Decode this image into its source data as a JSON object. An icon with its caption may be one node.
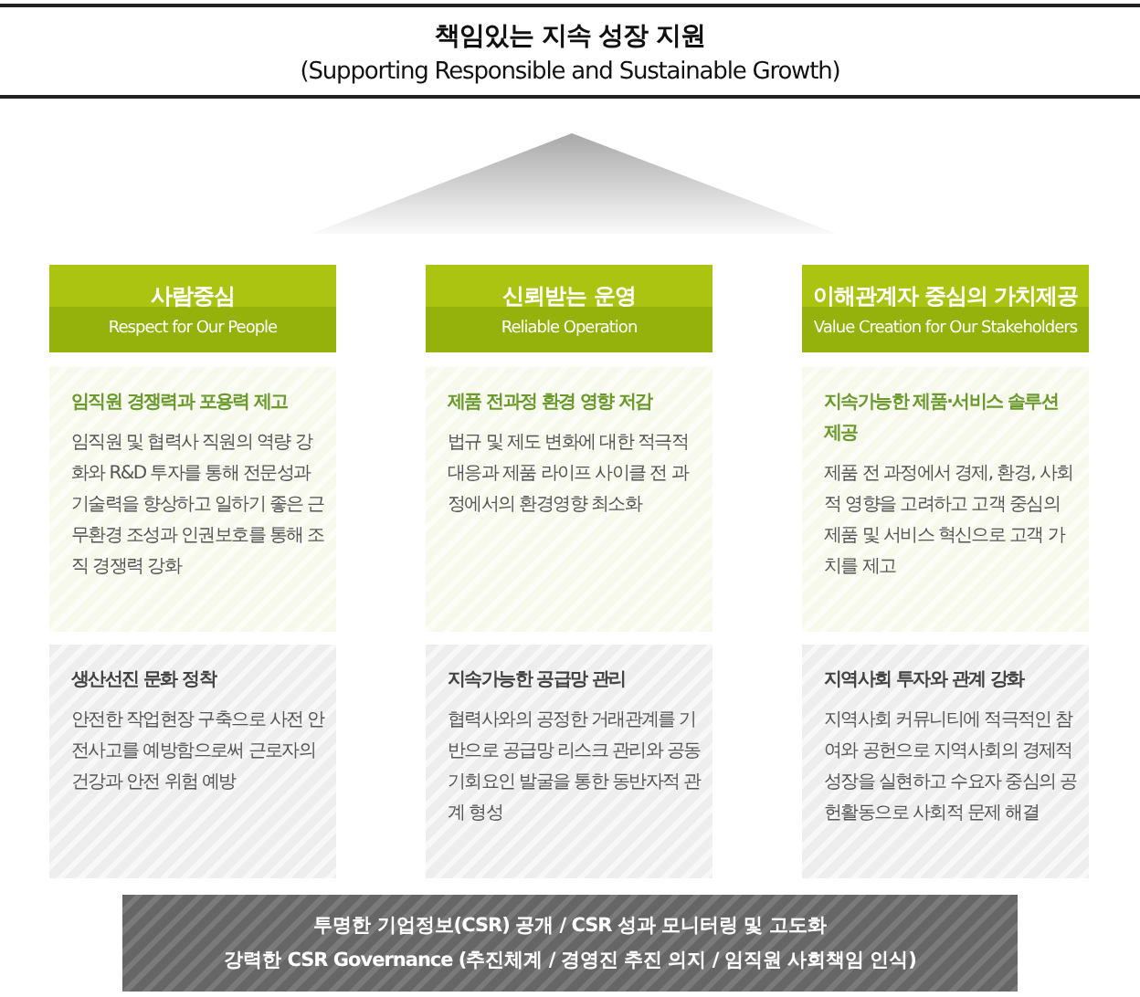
{
  "diagram": {
    "nodes": [
      {
        "text": [
          "책임있는 지속 성장 지원",
          "(Supporting Responsible and Sustainable Growth)"
        ]
      },
      {
        "text": [
          "사람중심",
          "Respect for Our People"
        ]
      },
      {
        "text": [
          "신뢰받는 운영",
          "Reliable Operation"
        ]
      },
      {
        "text": [
          "이해관계자 중심의 가치제공",
          "Value Creation for Our Stakeholders"
        ]
      },
      {
        "text": [
          "임직원 경쟁력과 포용력 제고",
          "임직원 및 협력사 직원의 역량 강화와 R&D 투자를 통해 전문성과 기술력을 향상하고 일하기 좋은 근무환경 조성과 인권보호를 통해 조직 경쟁력 강화"
        ]
      },
      {
        "text": [
          "제품 전과정 환경 영향 저감",
          "법규 및 제도 변화에 대한 적극적 대응과 제품 라이프 사이클 전 과정에서의 환경영향 최소화"
        ]
      },
      {
        "text": [
          "지속가능한 제품·서비스 솔루션 제공",
          "제품 전 과정에서 경제, 환경, 사회적 영향을 고려하고 고객 중심의 제품 및 서비스 혁신으로 고객 가치를 제고"
        ]
      },
      {
        "text": [
          "생산선진 문화 정착",
          "안전한 작업현장 구축으로 사전 안전사고를 예방함으로써 근로자의 건강과 안전 위험 예방"
        ]
      },
      {
        "text": [
          "지속가능한 공급망 관리",
          "협력사와의 공정한 거래관계를 기반으로 공급망 리스크 관리와 공동 기회요인 발굴을 통한 동반자적 관계 형성"
        ]
      },
      {
        "text": [
          "지역사회 투자와 관계 강화",
          "지역사회 커뮤니티에 적극적인 참여와 공헌으로 지역사회의 경제적 성장을 실현하고 수요자 중심의 공헌활동으로 사회적 문제 해결"
        ]
      },
      {
        "text": [
          "투명한 기업정보(CSR) 공개 / CSR 성과 모니터링 및 고도화",
          "강력한 CSR Governance (추진체계 / 경영진 추진 의지 / 임직원 사회책임 인식)"
        ]
      }
    ]
  }
}
